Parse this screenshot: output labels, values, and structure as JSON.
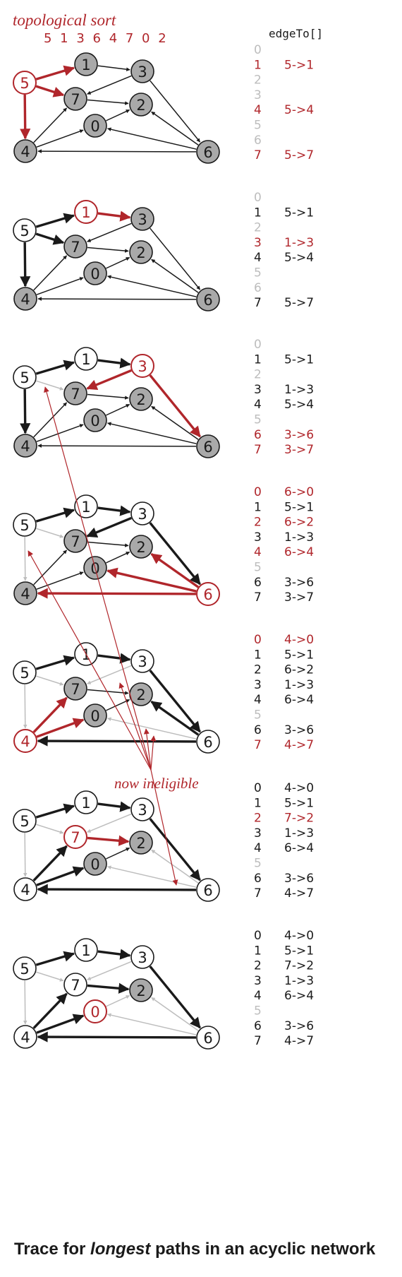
{
  "header": {
    "sort_title": "topological sort",
    "sort_order": "5 1 3 6 4 7 0 2",
    "column_title": "edgeTo[]"
  },
  "annotation": "now ineligible",
  "caption": {
    "prefix": "Trace for ",
    "emphasis": "longest",
    "suffix": " paths in an acyclic network"
  },
  "colors": {
    "red": "#b0262b",
    "black": "#1a1a1a",
    "gray": "#bdbdbd",
    "vertex_fill": "#a9a9a9",
    "faint": "#bdbdbd"
  },
  "vertex_labels": [
    "0",
    "1",
    "2",
    "3",
    "4",
    "5",
    "6",
    "7"
  ],
  "edges": [
    {
      "id": "5-1",
      "from": 5,
      "to": 1
    },
    {
      "id": "5-7",
      "from": 5,
      "to": 7
    },
    {
      "id": "5-4",
      "from": 5,
      "to": 4
    },
    {
      "id": "1-3",
      "from": 1,
      "to": 3
    },
    {
      "id": "3-7",
      "from": 3,
      "to": 7
    },
    {
      "id": "3-6",
      "from": 3,
      "to": 6
    },
    {
      "id": "7-2",
      "from": 7,
      "to": 2
    },
    {
      "id": "0-2",
      "from": 0,
      "to": 2
    },
    {
      "id": "6-0",
      "from": 6,
      "to": 0
    },
    {
      "id": "6-2",
      "from": 6,
      "to": 2
    },
    {
      "id": "6-4",
      "from": 6,
      "to": 4
    },
    {
      "id": "4-7",
      "from": 4,
      "to": 7
    },
    {
      "id": "4-0",
      "from": 4,
      "to": 0
    }
  ],
  "steps": [
    {
      "current": 5,
      "done": [],
      "edge_states": {
        "5-1": "red",
        "5-7": "red",
        "5-4": "red",
        "1-3": "black",
        "3-7": "black",
        "3-6": "black",
        "7-2": "black",
        "0-2": "black",
        "6-0": "black",
        "6-2": "black",
        "6-4": "black",
        "4-7": "black",
        "4-0": "black"
      },
      "edge_to": [
        {
          "v": "0",
          "e": "",
          "s": "faint"
        },
        {
          "v": "1",
          "e": "5->1",
          "s": "red"
        },
        {
          "v": "2",
          "e": "",
          "s": "faint"
        },
        {
          "v": "3",
          "e": "",
          "s": "faint"
        },
        {
          "v": "4",
          "e": "5->4",
          "s": "red"
        },
        {
          "v": "5",
          "e": "",
          "s": "faint"
        },
        {
          "v": "6",
          "e": "",
          "s": "faint"
        },
        {
          "v": "7",
          "e": "5->7",
          "s": "red"
        }
      ]
    },
    {
      "current": 1,
      "done": [
        5
      ],
      "edge_states": {
        "5-1": "bold",
        "5-7": "bold",
        "5-4": "bold",
        "1-3": "red",
        "3-7": "black",
        "3-6": "black",
        "7-2": "black",
        "0-2": "black",
        "6-0": "black",
        "6-2": "black",
        "6-4": "black",
        "4-7": "black",
        "4-0": "black"
      },
      "edge_to": [
        {
          "v": "0",
          "e": "",
          "s": "faint"
        },
        {
          "v": "1",
          "e": "5->1",
          "s": "black"
        },
        {
          "v": "2",
          "e": "",
          "s": "faint"
        },
        {
          "v": "3",
          "e": "1->3",
          "s": "red"
        },
        {
          "v": "4",
          "e": "5->4",
          "s": "black"
        },
        {
          "v": "5",
          "e": "",
          "s": "faint"
        },
        {
          "v": "6",
          "e": "",
          "s": "faint"
        },
        {
          "v": "7",
          "e": "5->7",
          "s": "black"
        }
      ]
    },
    {
      "current": 3,
      "done": [
        5,
        1
      ],
      "edge_states": {
        "5-1": "bold",
        "5-7": "gray",
        "5-4": "bold",
        "1-3": "bold",
        "3-7": "red",
        "3-6": "red",
        "7-2": "black",
        "0-2": "black",
        "6-0": "black",
        "6-2": "black",
        "6-4": "black",
        "4-7": "black",
        "4-0": "black"
      },
      "edge_to": [
        {
          "v": "0",
          "e": "",
          "s": "faint"
        },
        {
          "v": "1",
          "e": "5->1",
          "s": "black"
        },
        {
          "v": "2",
          "e": "",
          "s": "faint"
        },
        {
          "v": "3",
          "e": "1->3",
          "s": "black"
        },
        {
          "v": "4",
          "e": "5->4",
          "s": "black"
        },
        {
          "v": "5",
          "e": "",
          "s": "faint"
        },
        {
          "v": "6",
          "e": "3->6",
          "s": "red"
        },
        {
          "v": "7",
          "e": "3->7",
          "s": "red"
        }
      ]
    },
    {
      "current": 6,
      "done": [
        5,
        1,
        3
      ],
      "edge_states": {
        "5-1": "bold",
        "5-7": "gray",
        "5-4": "gray",
        "1-3": "bold",
        "3-7": "bold",
        "3-6": "bold",
        "7-2": "black",
        "0-2": "black",
        "6-0": "red",
        "6-2": "red",
        "6-4": "red",
        "4-7": "black",
        "4-0": "black"
      },
      "edge_to": [
        {
          "v": "0",
          "e": "6->0",
          "s": "red"
        },
        {
          "v": "1",
          "e": "5->1",
          "s": "black"
        },
        {
          "v": "2",
          "e": "6->2",
          "s": "red"
        },
        {
          "v": "3",
          "e": "1->3",
          "s": "black"
        },
        {
          "v": "4",
          "e": "6->4",
          "s": "red"
        },
        {
          "v": "5",
          "e": "",
          "s": "faint"
        },
        {
          "v": "6",
          "e": "3->6",
          "s": "black"
        },
        {
          "v": "7",
          "e": "3->7",
          "s": "black"
        }
      ]
    },
    {
      "current": 4,
      "done": [
        5,
        1,
        3,
        6
      ],
      "edge_states": {
        "5-1": "bold",
        "5-7": "gray",
        "5-4": "gray",
        "1-3": "bold",
        "3-7": "gray",
        "3-6": "bold",
        "7-2": "black",
        "0-2": "black",
        "6-0": "gray",
        "6-2": "bold",
        "6-4": "bold",
        "4-7": "red",
        "4-0": "red"
      },
      "edge_to": [
        {
          "v": "0",
          "e": "4->0",
          "s": "red"
        },
        {
          "v": "1",
          "e": "5->1",
          "s": "black"
        },
        {
          "v": "2",
          "e": "6->2",
          "s": "black"
        },
        {
          "v": "3",
          "e": "1->3",
          "s": "black"
        },
        {
          "v": "4",
          "e": "6->4",
          "s": "black"
        },
        {
          "v": "5",
          "e": "",
          "s": "faint"
        },
        {
          "v": "6",
          "e": "3->6",
          "s": "black"
        },
        {
          "v": "7",
          "e": "4->7",
          "s": "red"
        }
      ]
    },
    {
      "current": 7,
      "done": [
        5,
        1,
        3,
        6,
        4
      ],
      "edge_states": {
        "5-1": "bold",
        "5-7": "gray",
        "5-4": "gray",
        "1-3": "bold",
        "3-7": "gray",
        "3-6": "bold",
        "7-2": "red",
        "0-2": "black",
        "6-0": "gray",
        "6-2": "gray",
        "6-4": "bold",
        "4-7": "bold",
        "4-0": "bold"
      },
      "edge_to": [
        {
          "v": "0",
          "e": "4->0",
          "s": "black"
        },
        {
          "v": "1",
          "e": "5->1",
          "s": "black"
        },
        {
          "v": "2",
          "e": "7->2",
          "s": "red"
        },
        {
          "v": "3",
          "e": "1->3",
          "s": "black"
        },
        {
          "v": "4",
          "e": "6->4",
          "s": "black"
        },
        {
          "v": "5",
          "e": "",
          "s": "faint"
        },
        {
          "v": "6",
          "e": "3->6",
          "s": "black"
        },
        {
          "v": "7",
          "e": "4->7",
          "s": "black"
        }
      ]
    },
    {
      "current": 0,
      "done": [
        5,
        1,
        3,
        6,
        4,
        7
      ],
      "edge_states": {
        "5-1": "bold",
        "5-7": "gray",
        "5-4": "gray",
        "1-3": "bold",
        "3-7": "gray",
        "3-6": "bold",
        "7-2": "bold",
        "0-2": "gray",
        "6-0": "gray",
        "6-2": "gray",
        "6-4": "bold",
        "4-7": "bold",
        "4-0": "bold"
      },
      "edge_to": [
        {
          "v": "0",
          "e": "4->0",
          "s": "black"
        },
        {
          "v": "1",
          "e": "5->1",
          "s": "black"
        },
        {
          "v": "2",
          "e": "7->2",
          "s": "black"
        },
        {
          "v": "3",
          "e": "1->3",
          "s": "black"
        },
        {
          "v": "4",
          "e": "6->4",
          "s": "black"
        },
        {
          "v": "5",
          "e": "",
          "s": "faint"
        },
        {
          "v": "6",
          "e": "3->6",
          "s": "black"
        },
        {
          "v": "7",
          "e": "4->7",
          "s": "black"
        }
      ]
    }
  ]
}
